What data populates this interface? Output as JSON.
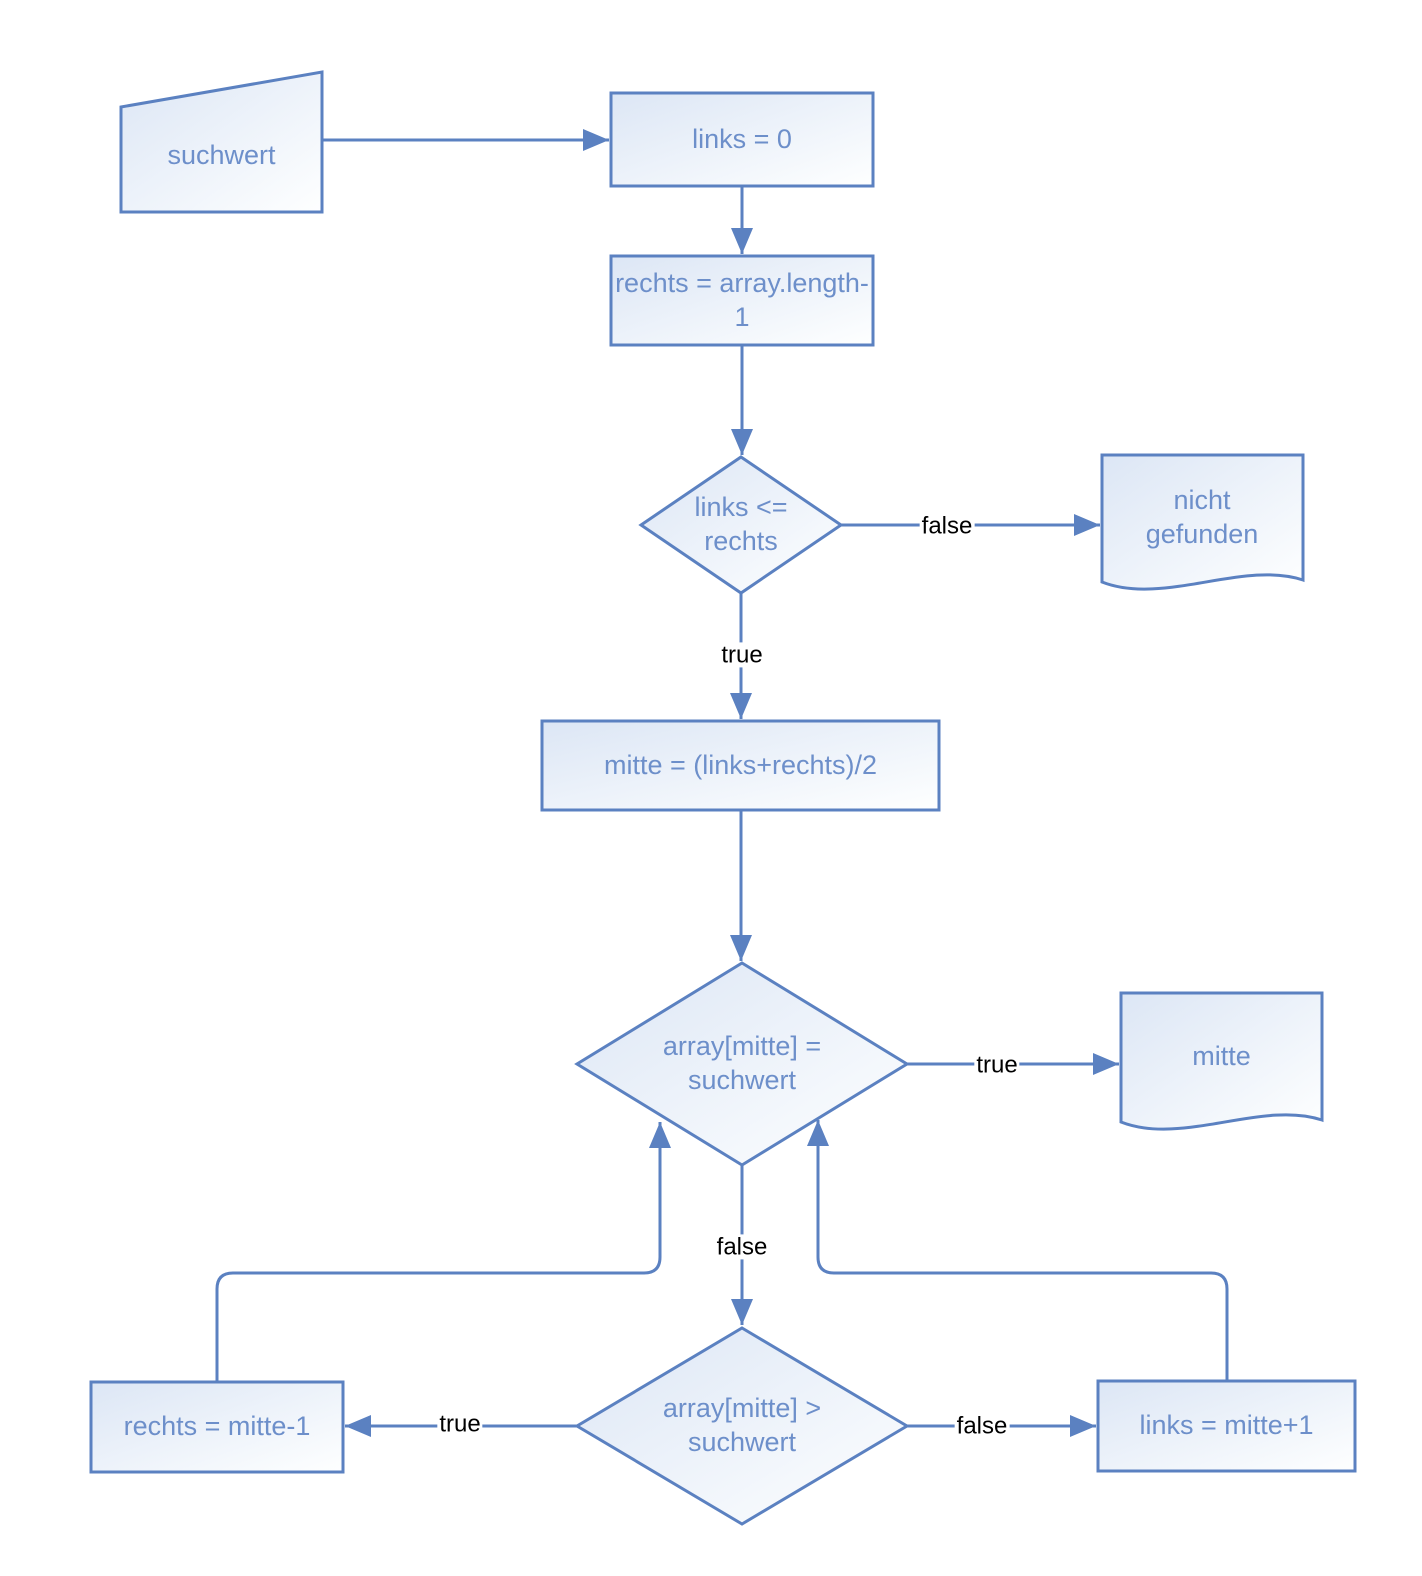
{
  "diagram": {
    "kind": "flowchart",
    "colors": {
      "line": "#5b81c1",
      "node_text": "#6d8fca",
      "edge_label_text": "#000000",
      "node_fill_start": "#dce6f5",
      "node_fill_end": "#ffffff",
      "background": "#ffffff"
    },
    "nodes": {
      "suchwert_input": {
        "label": "suchwert",
        "shape": "manual-input-trapezoid"
      },
      "init_links": {
        "label": "links = 0",
        "shape": "rectangle"
      },
      "init_rechts": {
        "label": "rechts = array.length-1",
        "shape": "rectangle"
      },
      "cond_links_le_rechts": {
        "label": "links <= rechts",
        "shape": "diamond"
      },
      "nicht_gefunden": {
        "label": "nicht gefunden",
        "shape": "document"
      },
      "calc_mitte": {
        "label": "mitte = (links+rechts)/2",
        "shape": "rectangle"
      },
      "cond_array_eq_suchwert": {
        "label": "array[mitte] = suchwert",
        "shape": "diamond"
      },
      "out_mitte": {
        "label": "mitte",
        "shape": "document"
      },
      "cond_array_gt_suchwert": {
        "label": "array[mitte] > suchwert",
        "shape": "diamond"
      },
      "set_rechts": {
        "label": "rechts = mitte-1",
        "shape": "rectangle"
      },
      "set_links": {
        "label": "links = mitte+1",
        "shape": "rectangle"
      }
    },
    "edge_labels": {
      "cond1_false": "false",
      "cond1_true": "true",
      "cond2_true": "true",
      "cond2_false": "false",
      "cond3_true": "true",
      "cond3_false": "false"
    }
  }
}
